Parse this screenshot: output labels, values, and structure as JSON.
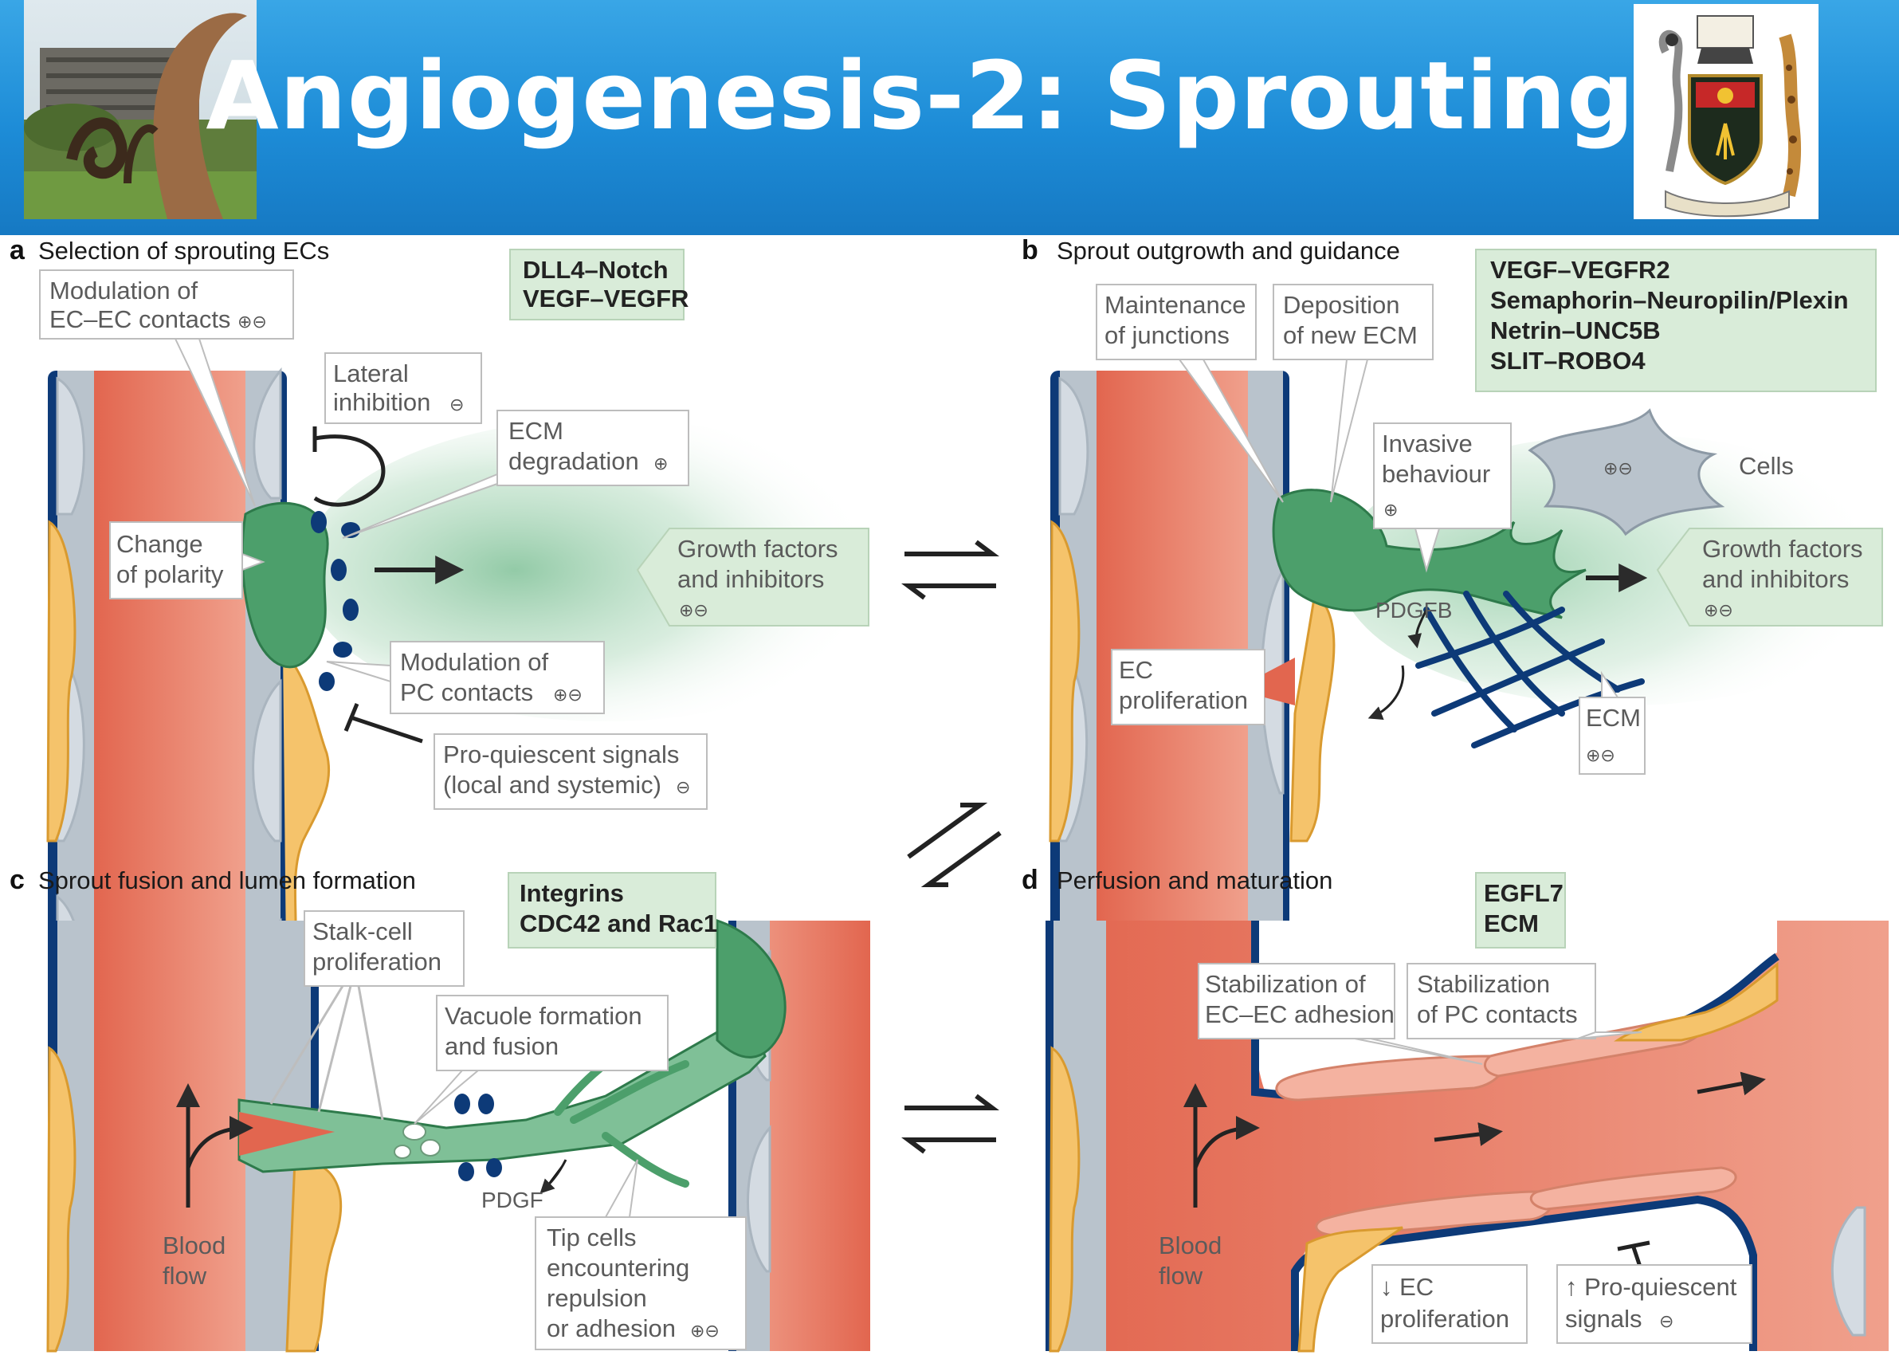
{
  "header": {
    "title": "Angiogenesis-2: Sprouting"
  },
  "logos": {
    "left_photo": "campus-photo",
    "right_crest": "university-crest"
  },
  "panels": {
    "a": {
      "letter": "a",
      "title": "Selection of sprouting ECs",
      "signals": [
        "DLL4–Notch",
        "VEGF–VEGFR"
      ],
      "modulation_ec": [
        "Modulation of",
        "EC–EC contacts"
      ],
      "lateral": [
        "Lateral",
        "inhibition"
      ],
      "ecm_deg": [
        "ECM",
        "degradation"
      ],
      "polarity": [
        "Change",
        "of polarity"
      ],
      "growth": [
        "Growth factors",
        "and inhibitors"
      ],
      "modulation_pc": [
        "Modulation of",
        "PC contacts"
      ],
      "quiescent": [
        "Pro-quiescent signals",
        "(local and systemic)"
      ]
    },
    "b": {
      "letter": "b",
      "title": "Sprout outgrowth and guidance",
      "signals": [
        "VEGF–VEGFR2",
        "Semaphorin–Neuropilin/Plexin",
        "Netrin–UNC5B",
        "SLIT–ROBO4"
      ],
      "maintenance": [
        "Maintenance",
        "of junctions"
      ],
      "deposition": [
        "Deposition",
        "of new ECM"
      ],
      "invasive": [
        "Invasive",
        "behaviour"
      ],
      "cells": "Cells",
      "growth": [
        "Growth factors",
        "and inhibitors"
      ],
      "pdgfb": "PDGFB",
      "ec_prolif": [
        "EC",
        "proliferation"
      ],
      "ecm": "ECM"
    },
    "c": {
      "letter": "c",
      "title": "Sprout fusion and lumen formation",
      "signals": [
        "Integrins",
        "CDC42 and Rac1"
      ],
      "stalk": [
        "Stalk-cell",
        "proliferation"
      ],
      "vacuole": [
        "Vacuole formation",
        "and fusion"
      ],
      "pdgf": "PDGF",
      "blood_flow": [
        "Blood",
        "flow"
      ],
      "tip_cells": [
        "Tip cells",
        "encountering",
        "repulsion",
        "or adhesion"
      ]
    },
    "d": {
      "letter": "d",
      "title": "Perfusion and maturation",
      "signals": [
        "EGFL7",
        "ECM"
      ],
      "stab_ec": [
        "Stabilization of",
        "EC–EC adhesion"
      ],
      "stab_pc": [
        "Stabilization",
        "of PC contacts"
      ],
      "blood_flow": [
        "Blood",
        "flow"
      ],
      "ec_prolif": [
        "↓ EC",
        "proliferation"
      ],
      "quiescent": [
        "↑ Pro-quiescent",
        "signals"
      ]
    }
  },
  "symbols": {
    "plus_minus": "⊕⊖",
    "minus": "⊖",
    "plus": "⊕"
  }
}
